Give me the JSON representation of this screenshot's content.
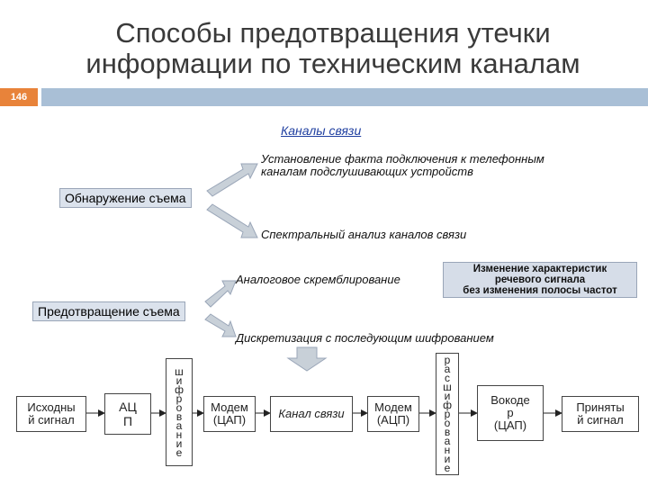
{
  "title": "Способы предотвращения утечки\nинформации по техническим каналам",
  "slide_number": "146",
  "diagram": {
    "channels_link": "Каналы связи",
    "detection_label": "Обнаружение съема",
    "detection_branch_top": "Установление факта подключения к телефонным\nканалам подслушивающих устройств",
    "detection_branch_bottom": "Спектральный анализ каналов связи",
    "prevention_label": "Предотвращение съема",
    "prevention_branch_top": "Аналоговое скремблирование",
    "prevention_branch_top_note": "Изменение характеристик\nречевого сигнала\nбез изменения полосы частот",
    "prevention_branch_bottom": "Дискретизация с последующим шифрованием"
  },
  "pipeline": {
    "source": "Исходны\nй сигнал",
    "adc": "АЦ\nП",
    "encrypt": "шифрование",
    "modem_tx": "Модем\n(ЦАП)",
    "channel": "Канал связи",
    "modem_rx": "Модем\n(АЦП)",
    "decrypt": "расшифрование",
    "decoder": "Вокоде\nр\n(ЦАП)",
    "received": "Приняты\nй сигнал"
  },
  "colors": {
    "accent": "#e8833a",
    "header_bar": "#a9bfd6",
    "arrow_fill": "#c8d0d8",
    "box_fill": "#dbe2ec"
  }
}
